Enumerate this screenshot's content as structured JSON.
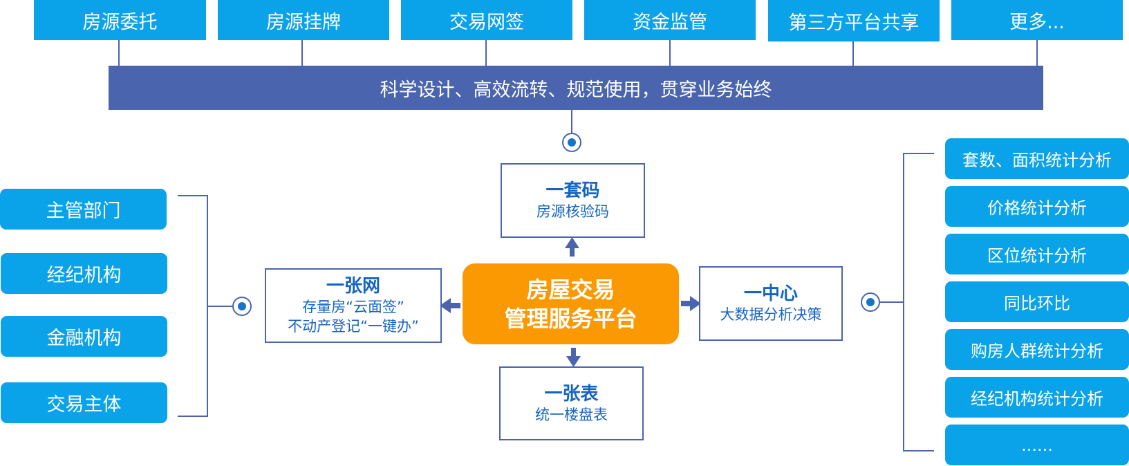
{
  "top_items": [
    "房源委托",
    "房源挂牌",
    "交易网签",
    "资金监管",
    "第三方平台共享",
    "更多..."
  ],
  "banner": "科学设计、高效流转、规范使用，贯穿业务始终",
  "left_items": [
    "主管部门",
    "经纪机构",
    "金融机构",
    "交易主体"
  ],
  "right_items": [
    "套数、面积统计分析",
    "价格统计分析",
    "区位统计分析",
    "同比环比",
    "购房人群统计分析",
    "经纪机构统计分析",
    "......"
  ],
  "center": {
    "line1": "房屋交易",
    "line2": "管理服务平台"
  },
  "nodes": {
    "top": {
      "title": "一套码",
      "sub": "房源核验码"
    },
    "left": {
      "title": "一张网",
      "sub1": "存量房“云面签”",
      "sub2": "不动产登记“一键办”"
    },
    "right": {
      "title": "一中心",
      "sub": "大数据分析决策"
    },
    "bottom": {
      "title": "一张表",
      "sub": "统一楼盘表"
    }
  },
  "colors": {
    "box_blue": "#0aa2e8",
    "banner_navy": "#4a64ae",
    "center_orange": "#fb9903",
    "node_text": "#1565c0"
  }
}
